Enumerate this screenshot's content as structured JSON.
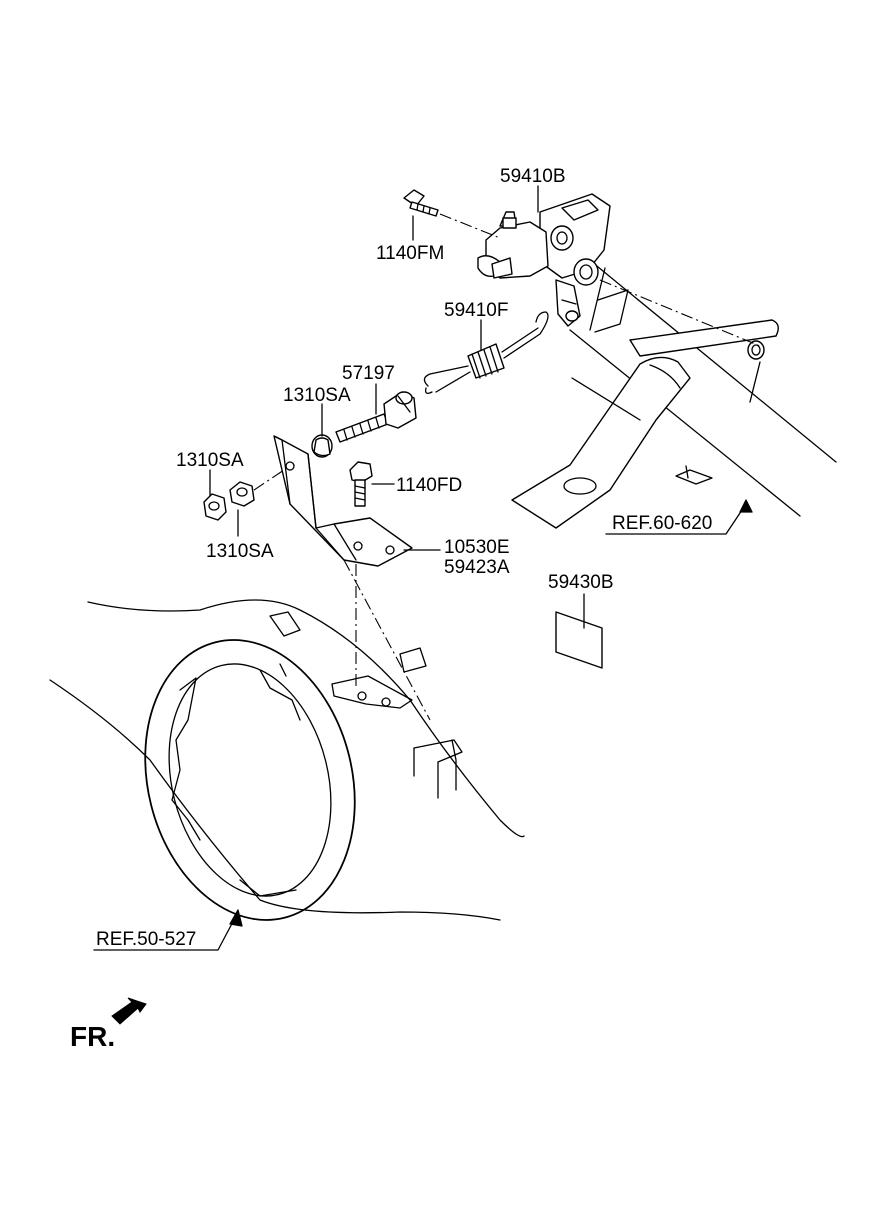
{
  "labels": {
    "p59410B": "59410B",
    "p1140FM": "1140FM",
    "p59410F": "59410F",
    "p57197": "57197",
    "p1310SA_upper": "1310SA",
    "p1310SA_left": "1310SA",
    "p1310SA_lower": "1310SA",
    "p1140FD": "1140FD",
    "p10530E": "10530E",
    "p59423A": "59423A",
    "p59430B": "59430B",
    "ref_60_620": "REF.60-620",
    "ref_50_527": "REF.50-527",
    "fr": "FR."
  }
}
